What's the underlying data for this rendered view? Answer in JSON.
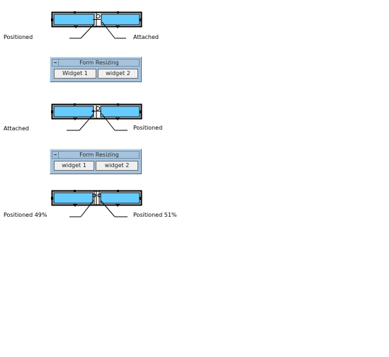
{
  "diagram1": {
    "left_label": "Positioned",
    "right_label": "Attached"
  },
  "window1": {
    "title": "Form Resizing",
    "button1": "Widget 1",
    "button2": "widget 2"
  },
  "diagram2": {
    "left_label": "Attached",
    "right_label": "Positioned"
  },
  "window2": {
    "title": "Form Resizing",
    "button1": "widget 1",
    "button2": "widget 2"
  },
  "diagram3": {
    "left_label": "Positioned 49%",
    "right_label": "Positioned 51%"
  },
  "colors": {
    "widget_fill": "#66ccff",
    "window_bg": "#a7c3dc",
    "button_bg": "#efefef"
  }
}
